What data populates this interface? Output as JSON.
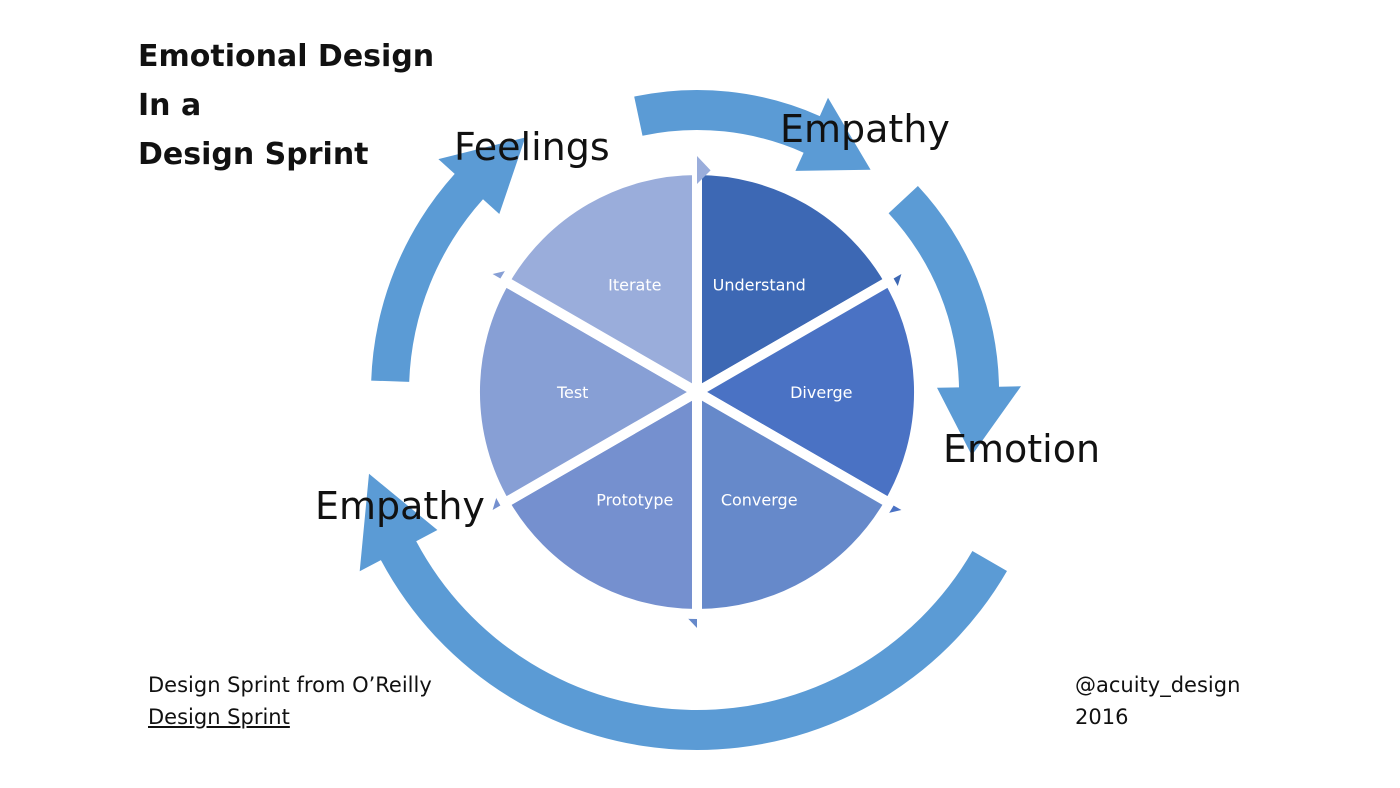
{
  "title": {
    "line1": "Emotional Design",
    "line2": "In a",
    "line3": "Design Sprint"
  },
  "cycle": {
    "feelings": "Feelings",
    "empathy_top": "Empathy",
    "emotion": "Emotion",
    "empathy_left": "Empathy"
  },
  "segments": [
    {
      "label": "Understand",
      "color": "#3d68b4"
    },
    {
      "label": "Diverge",
      "color": "#4a72c4"
    },
    {
      "label": "Converge",
      "color": "#6689ca"
    },
    {
      "label": "Prototype",
      "color": "#7590cf"
    },
    {
      "label": "Test",
      "color": "#879fd5"
    },
    {
      "label": "Iterate",
      "color": "#9aaddb"
    }
  ],
  "arrow_color": "#5b9bd5",
  "footer": {
    "source_text": "Design Sprint from O’Reilly",
    "source_link": "Design Sprint",
    "handle": "@acuity_design",
    "year": "2016"
  }
}
